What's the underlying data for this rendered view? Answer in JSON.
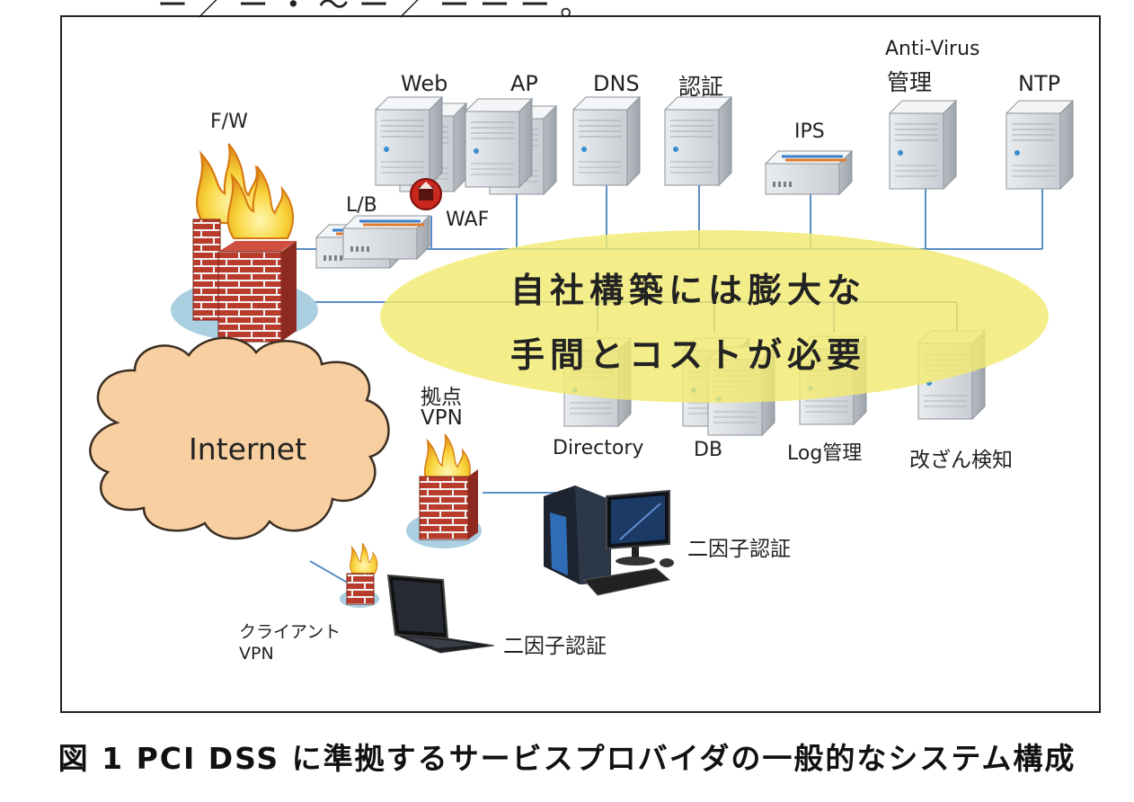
{
  "top_text": "ー ／ ー ・ 〜 ー ／ ー ー ー 。",
  "labels": {
    "fw": "F/W",
    "lb": "L/B",
    "waf": "WAF",
    "web": "Web",
    "ap": "AP",
    "dns": "DNS",
    "auth": "認証",
    "ips": "IPS",
    "antivirus_line1": "Anti-Virus",
    "antivirus_line2": "管理",
    "ntp": "NTP",
    "internet": "Internet",
    "site_vpn_line1": "拠点",
    "site_vpn_line2": "VPN",
    "directory": "Directory",
    "db": "DB",
    "log": "Log管理",
    "tamper": "改ざん検知",
    "two_factor_desktop": "二因子認証",
    "two_factor_laptop": "二因子認証",
    "client_vpn_line1": "クライアント",
    "client_vpn_line2": "VPN"
  },
  "callout": {
    "line1": "自社構築には膨大な",
    "line2": "手間とコストが必要"
  },
  "caption": "図 1 PCI DSS に準拠するサービスプロバイダの一般的なシステム構成",
  "colors": {
    "ellipse": "#f2ea70",
    "cloud": "#f7cfa0",
    "brick": "#b93b2c",
    "line": "#5b8ec4"
  }
}
